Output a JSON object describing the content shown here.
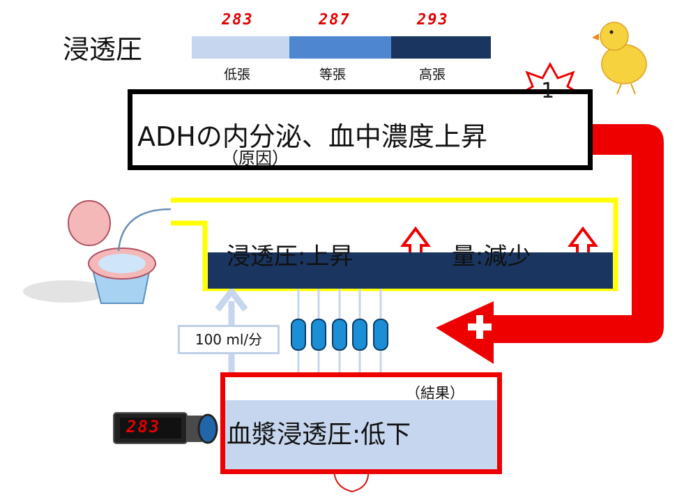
{
  "title": "浸透圧",
  "scale": {
    "segments": [
      {
        "value": "283",
        "label": "低張",
        "color": "#c6d6ee"
      },
      {
        "value": "287",
        "label": "等張",
        "color": "#4f86d0"
      },
      {
        "value": "293",
        "label": "高張",
        "color": "#1a3560"
      }
    ]
  },
  "adh": {
    "text": "ADHの内分泌、血中濃度上昇",
    "cause": "（原因）",
    "badge": "1"
  },
  "tubule": {
    "osmolarity": "浸透圧:上昇",
    "volume": "量:減少"
  },
  "flow": {
    "label": "100 ml/分"
  },
  "plasma": {
    "text": "血漿浸透圧:低下",
    "result": "（結果）"
  },
  "meter": {
    "value": "283"
  },
  "colors": {
    "red": "#ee0000",
    "yellow": "#ffff00",
    "navy": "#1a3560",
    "light_blue": "#c6d6ee"
  }
}
